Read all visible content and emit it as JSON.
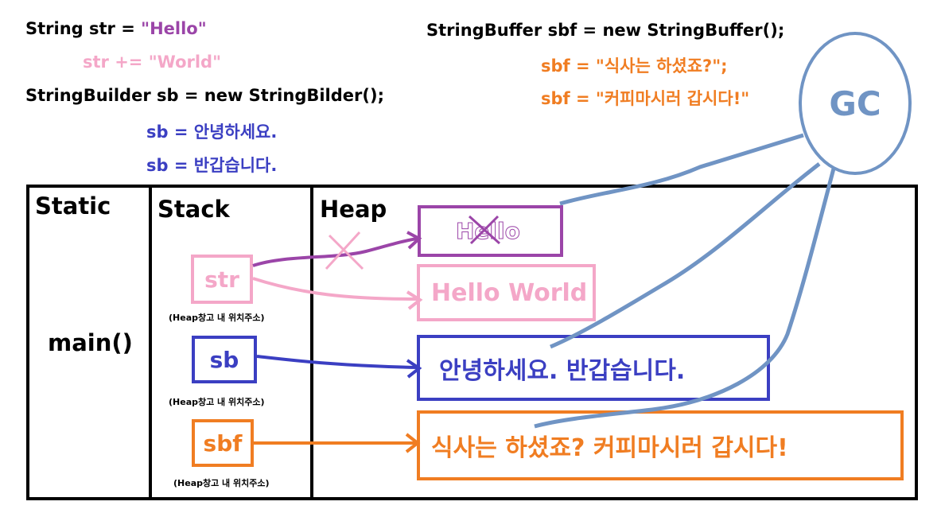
{
  "code": {
    "line1_prefix": "String str = ",
    "line1_value": "\"Hello\"",
    "line2": "str += \"World\"",
    "line3": "StringBuilder sb = new StringBilder();",
    "line4": "sb = 안녕하세요.",
    "line5": "sb = 반갑습니다.",
    "line6": "StringBuffer sbf = new StringBuffer();",
    "line7": "sbf = \"식사는 하셨죠?\";",
    "line8": "sbf = \"커피마시러 갑시다!\""
  },
  "gc": {
    "label": "GC"
  },
  "sections": {
    "static": "Static",
    "stack": "Stack",
    "heap": "Heap"
  },
  "static_area": {
    "method": "main()"
  },
  "stack_area": {
    "vars": [
      {
        "label": "str",
        "note": "(Heap창고 내 위치주소)"
      },
      {
        "label": "sb",
        "note": "(Heap창고 내 위치주소)"
      },
      {
        "label": "sbf",
        "note": "(Heap창고 내 위치주소)"
      }
    ]
  },
  "heap_area": {
    "objects": [
      {
        "text": "Hello"
      },
      {
        "text": "Hello World"
      },
      {
        "text": "안녕하세요. 반갑습니다."
      },
      {
        "text": "식사는 하셨죠? 커피마시러 갑시다!"
      }
    ]
  },
  "colors": {
    "string": "#9b45a8",
    "string_new": "#f4a7c8",
    "builder": "#3b3fc2",
    "buffer": "#f07d22",
    "gc": "#7094c4"
  }
}
